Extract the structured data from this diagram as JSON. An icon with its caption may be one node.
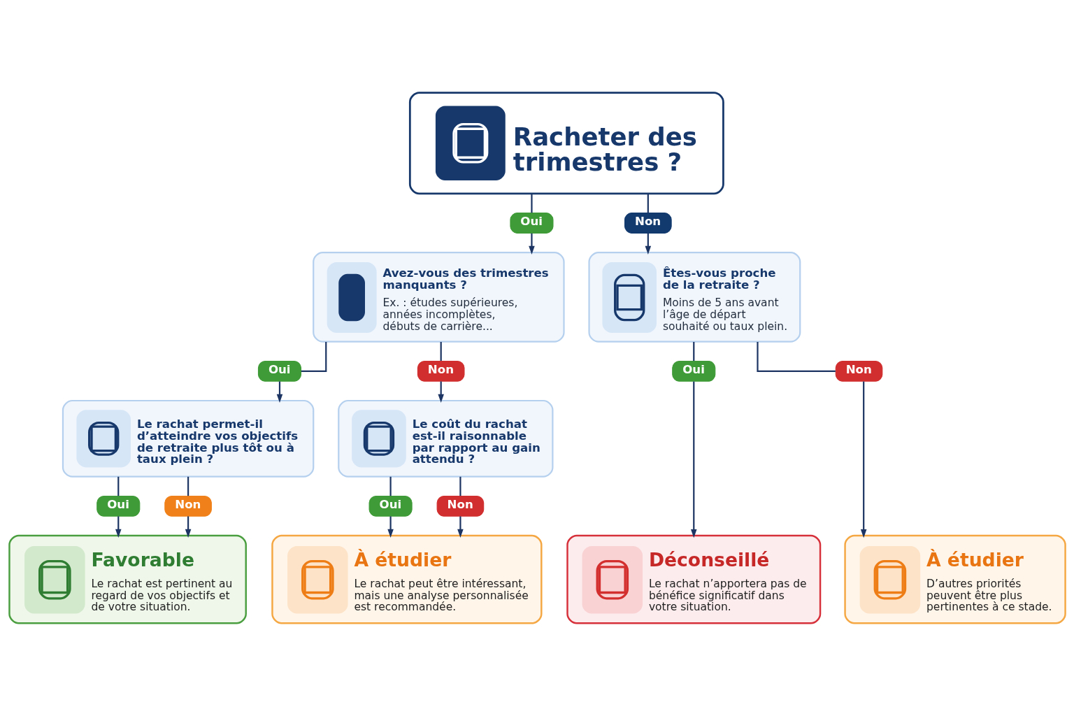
{
  "diagram": {
    "nodes": [
      {
        "text": [
          "Racheter des trimestres ?"
        ]
      },
      {
        "text": [
          "Oui"
        ]
      },
      {
        "text": [
          "Non"
        ]
      },
      {
        "text": [
          "Avez-vous des trimestres manquants ?",
          "Ex. : études supérieures, années incomplètes, débuts de carrière..."
        ]
      },
      {
        "text": [
          "Êtes-vous proche de la retraite ?",
          "Moins de 5 ans avant l’âge de départ souhaité ou taux plein."
        ]
      },
      {
        "text": [
          "Oui"
        ]
      },
      {
        "text": [
          "Non"
        ]
      },
      {
        "text": [
          "Oui"
        ]
      },
      {
        "text": [
          "Non"
        ]
      },
      {
        "text": [
          "Le rachat permet-il d’atteindre vos objectifs de retraite plus tôt ou à taux plein ?"
        ]
      },
      {
        "text": [
          "Le coût du rachat est-il raisonnable par rapport au gain attendu ?"
        ]
      },
      {
        "text": [
          "Oui"
        ]
      },
      {
        "text": [
          "Non"
        ]
      },
      {
        "text": [
          "Oui"
        ]
      },
      {
        "text": [
          "Non"
        ]
      },
      {
        "text": [
          "Favorable",
          "Le rachat est pertinent au regard de vos objectifs et de votre situation."
        ]
      },
      {
        "text": [
          "À étudier",
          "Le rachat peut être intéressant, mais une analyse personnalisée est recommandée."
        ]
      },
      {
        "text": [
          "Déconseillé",
          "Le rachat n’apportera pas de bénéfice significatif dans votre situation."
        ]
      },
      {
        "text": [
          "À étudier",
          "D’autres priorités peuvent être plus pertinentes à ce stade."
        ]
      }
    ],
    "edges": [
      {
        "from": 0,
        "to": 1,
        "arrow": "none"
      },
      {
        "from": 0,
        "to": 2,
        "arrow": "none"
      },
      {
        "from": 1,
        "to": 3,
        "arrow": "to"
      },
      {
        "from": 2,
        "to": 4,
        "arrow": "to"
      },
      {
        "from": 3,
        "to": 5,
        "arrow": "none"
      },
      {
        "from": 3,
        "to": 6,
        "arrow": "none"
      },
      {
        "from": 4,
        "to": 7,
        "arrow": "none"
      },
      {
        "from": 4,
        "to": 8,
        "arrow": "none"
      },
      {
        "from": 5,
        "to": 9,
        "arrow": "to"
      },
      {
        "from": 6,
        "to": 10,
        "arrow": "to"
      },
      {
        "from": 7,
        "to": 17,
        "arrow": "to"
      },
      {
        "from": 8,
        "to": 18,
        "arrow": "to"
      },
      {
        "from": 9,
        "to": 11,
        "arrow": "none"
      },
      {
        "from": 9,
        "to": 12,
        "arrow": "none"
      },
      {
        "from": 10,
        "to": 13,
        "arrow": "none"
      },
      {
        "from": 10,
        "to": 14,
        "arrow": "none"
      },
      {
        "from": 11,
        "to": 15,
        "arrow": "to"
      },
      {
        "from": 12,
        "to": 15,
        "arrow": "to"
      },
      {
        "from": 13,
        "to": 16,
        "arrow": "to"
      },
      {
        "from": 14,
        "to": 16,
        "arrow": "to"
      }
    ]
  }
}
